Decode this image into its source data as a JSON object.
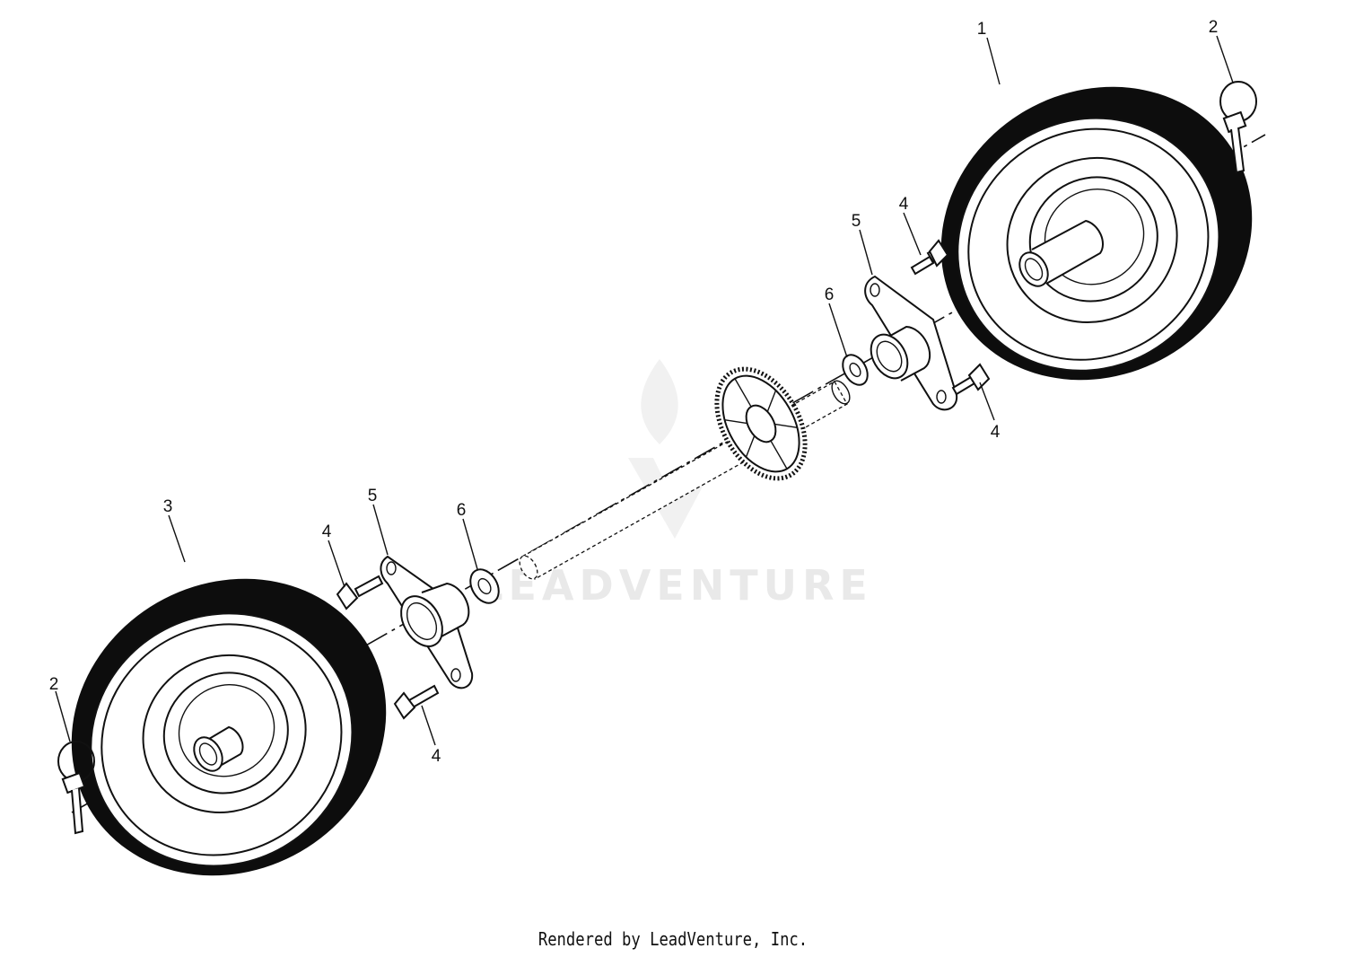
{
  "watermark": {
    "text": "LEADVENTURE"
  },
  "footer": {
    "text": "Rendered by LeadVenture, Inc."
  },
  "callouts": {
    "wheel_right": "1",
    "lynch_pin_right": "2",
    "lynch_pin_left": "2",
    "wheel_left": "3",
    "bolt_upper_right": "4",
    "bolt_lower_right": "4",
    "bolt_upper_left": "4",
    "bolt_lower_left": "4",
    "bearing_flange_right": "5",
    "bearing_flange_left": "5",
    "washer_right": "6",
    "washer_left": "6"
  },
  "colors": {
    "line": "#111111",
    "tire": "#0d0d0d",
    "background": "#ffffff",
    "watermark": "#e9e9e9"
  }
}
